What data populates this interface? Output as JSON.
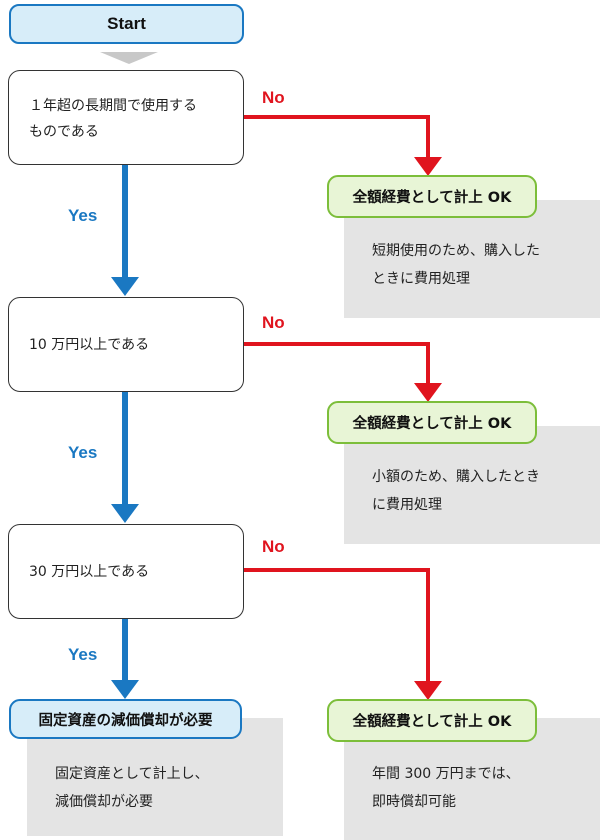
{
  "start": {
    "label": "Start"
  },
  "decisions": [
    {
      "text_line1": "１年超の長期間で使用する",
      "text_line2": "ものである"
    },
    {
      "text_line1": "10 万円以上である"
    },
    {
      "text_line1": "30 万円以上である"
    }
  ],
  "labels": {
    "no": "No",
    "yes": "Yes"
  },
  "results": [
    {
      "label": "全額経費として計上 OK",
      "note_line1": "短期使用のため、購入した",
      "note_line2": "ときに費用処理"
    },
    {
      "label": "全額経費として計上 OK",
      "note_line1": "小額のため、購入したとき",
      "note_line2": "に費用処理"
    },
    {
      "label": "全額経費として計上 OK",
      "note_line1": "年間 300 万円までは、",
      "note_line2": "即時償却可能"
    }
  ],
  "final": {
    "label": "固定資産の減価償却が必要",
    "note_line1": "固定資産として計上し、",
    "note_line2": "減価償却が必要"
  },
  "colors": {
    "no_arrow": "#e0141e",
    "yes_arrow": "#1a78c2",
    "start_fill": "#d7edf9",
    "result_fill": "#e8f5d6",
    "result_border": "#7cbe3a",
    "note_fill": "#e4e4e4"
  }
}
